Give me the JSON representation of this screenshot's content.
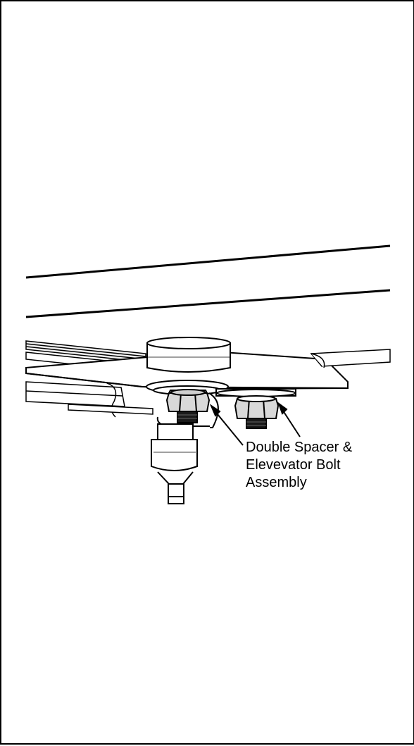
{
  "figure": {
    "callout_label": {
      "line1": "Double Spacer &",
      "line2": "Elevevator Bolt",
      "line3": "Assembly"
    },
    "icons": [
      "nut-icon",
      "bolt-icon",
      "arrow-icon"
    ],
    "colors": {
      "ink": "#000000",
      "paper": "#ffffff",
      "shade": "#cfcfcf",
      "light_shade": "#e6e6e6"
    }
  }
}
